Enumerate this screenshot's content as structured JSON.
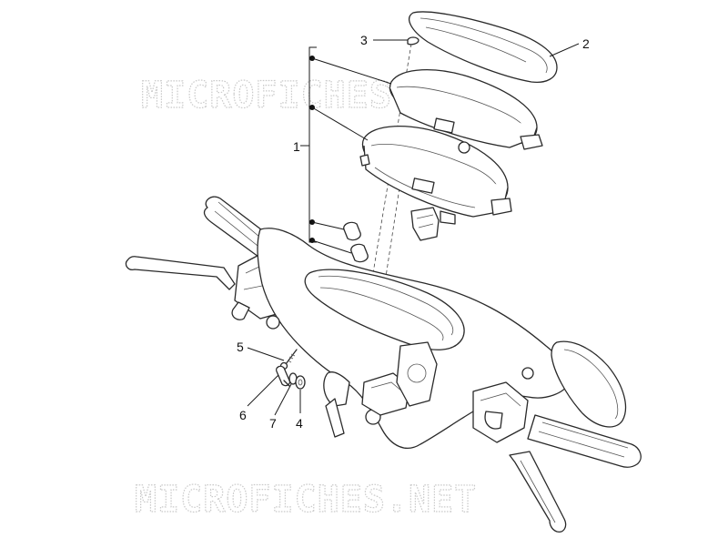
{
  "watermark": {
    "text": "MICROFICHES.NET",
    "color": "#c9c9c9"
  },
  "callouts": {
    "c1": "1",
    "c2": "2",
    "c3": "3",
    "c4": "4",
    "c5": "5",
    "c6": "6",
    "c7": "7"
  },
  "colors": {
    "line": "#2a2a2a",
    "background": "#ffffff"
  }
}
